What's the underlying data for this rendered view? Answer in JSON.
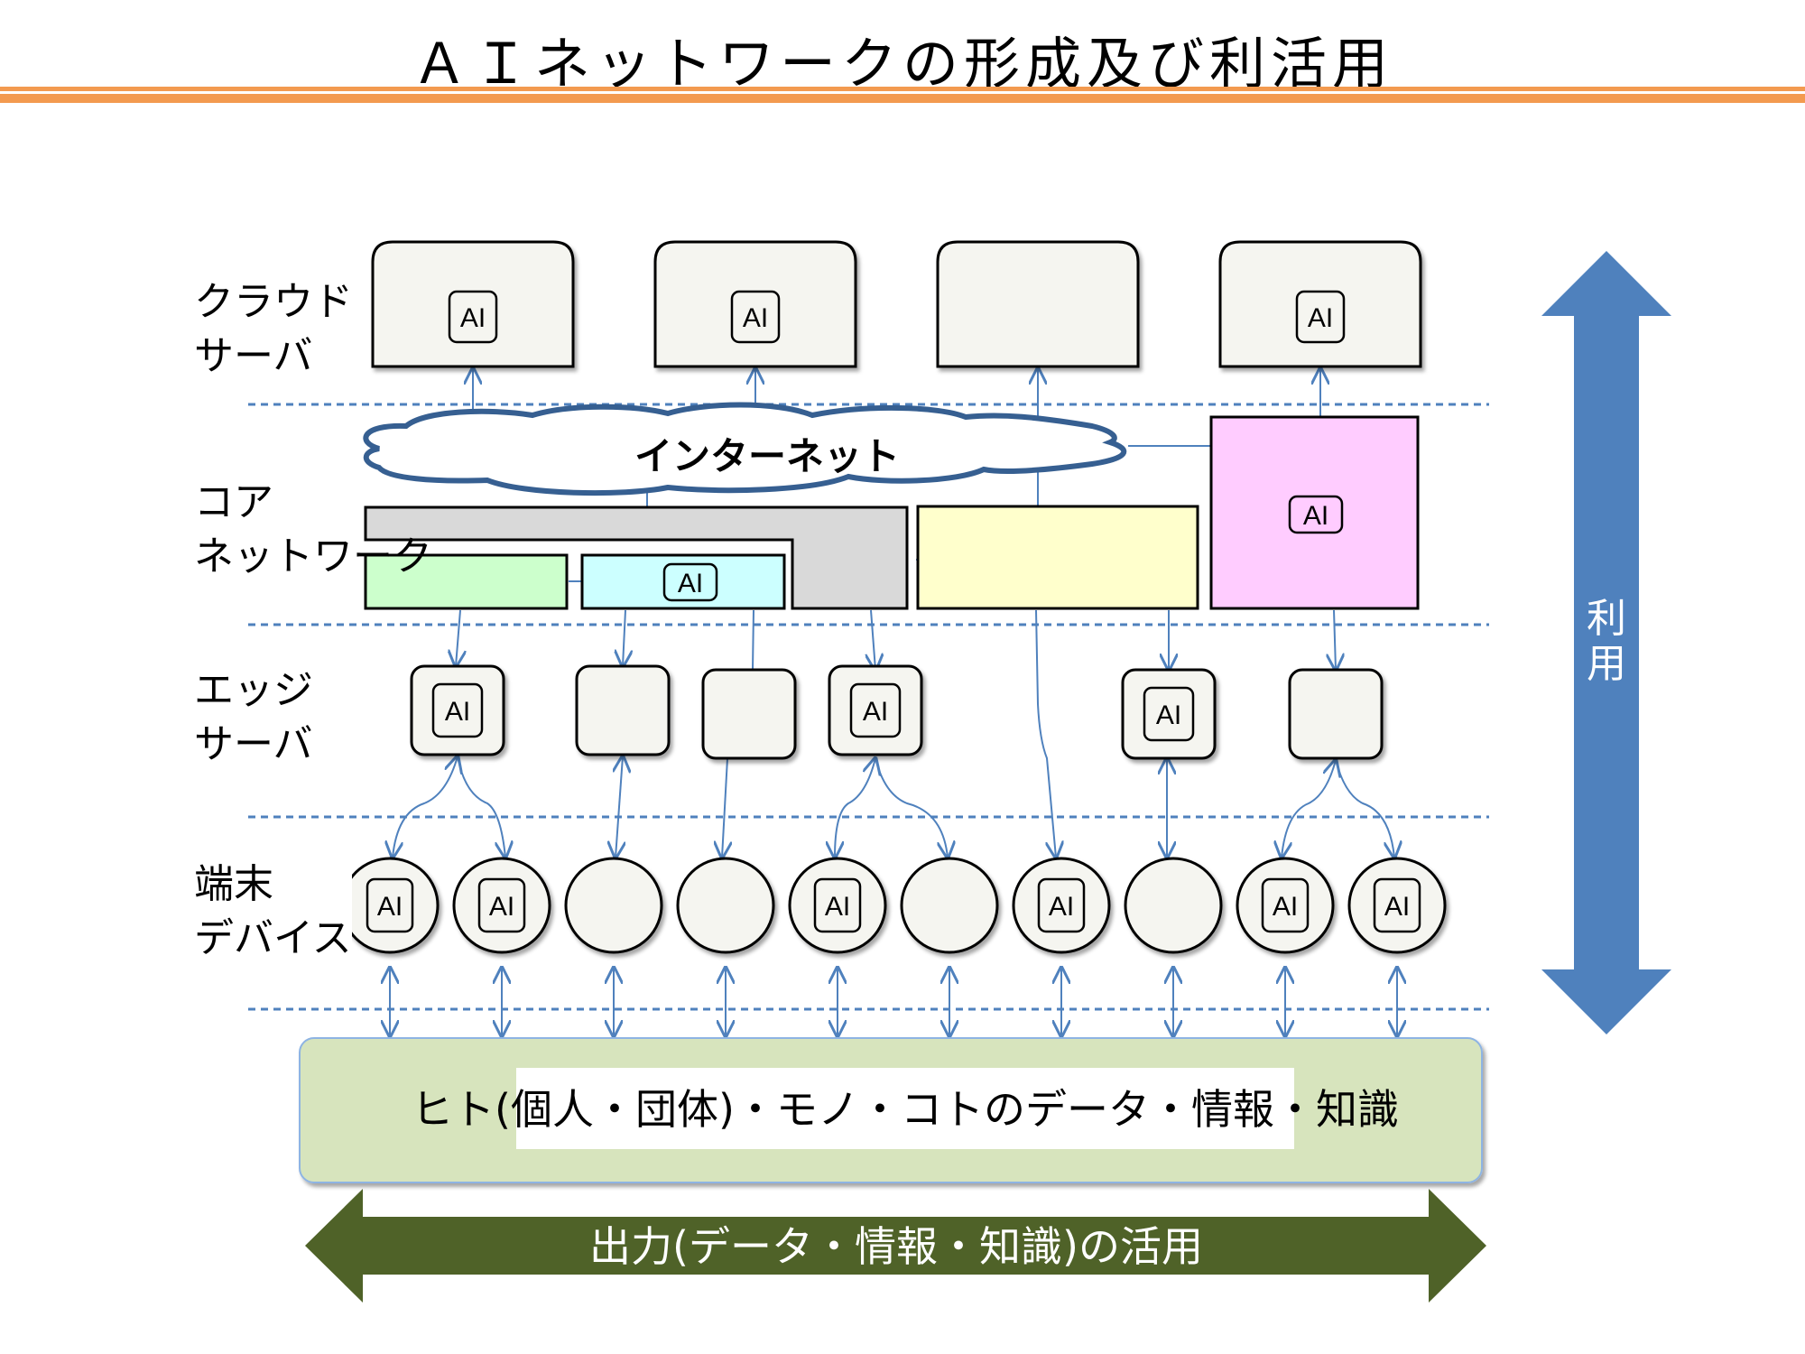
{
  "title": "ＡＩネットワークの形成及び利活用",
  "layers": {
    "cloud_server": [
      "クラウド",
      "サーバ"
    ],
    "core_network": [
      "コア",
      "ネットワーク"
    ],
    "edge_server": [
      "エッジ",
      "サーバ"
    ],
    "terminal_device": [
      "端末",
      "デバイス"
    ]
  },
  "internet_label": "インターネット",
  "ai_badge": "AI",
  "cloud_servers": [
    {
      "has_ai": true
    },
    {
      "has_ai": true
    },
    {
      "has_ai": false
    },
    {
      "has_ai": true
    }
  ],
  "core_boxes": [
    {
      "color": "#d9d9d9",
      "has_ai": false,
      "name": "gray"
    },
    {
      "color": "#ccffcc",
      "has_ai": false,
      "name": "green"
    },
    {
      "color": "#ccffff",
      "has_ai": true,
      "name": "cyan"
    },
    {
      "color": "#ffffcc",
      "has_ai": false,
      "name": "yellow"
    },
    {
      "color": "#ffccff",
      "has_ai": true,
      "name": "pink"
    }
  ],
  "edge_servers": [
    {
      "has_ai": true
    },
    {
      "has_ai": false
    },
    {
      "has_ai": false
    },
    {
      "has_ai": true
    },
    {
      "has_ai": true
    },
    {
      "has_ai": false
    }
  ],
  "devices": [
    {
      "has_ai": true
    },
    {
      "has_ai": true
    },
    {
      "has_ai": false
    },
    {
      "has_ai": false
    },
    {
      "has_ai": true
    },
    {
      "has_ai": false
    },
    {
      "has_ai": true
    },
    {
      "has_ai": false
    },
    {
      "has_ai": true
    },
    {
      "has_ai": true
    }
  ],
  "data_box_label": "ヒト(個人・団体)・モノ・コトのデータ・情報・知識",
  "utilization_arrow_label": [
    "利",
    "用"
  ],
  "output_arrow_label": "出力(データ・情報・知識)の活用",
  "colors": {
    "title_rule": "#f39a4f",
    "utilization_arrow": "#4f81bd",
    "output_arrow": "#4f6228",
    "data_box": "#d7e4bd",
    "connector": "#4f81bd",
    "cloud_outline": "#365f91"
  }
}
